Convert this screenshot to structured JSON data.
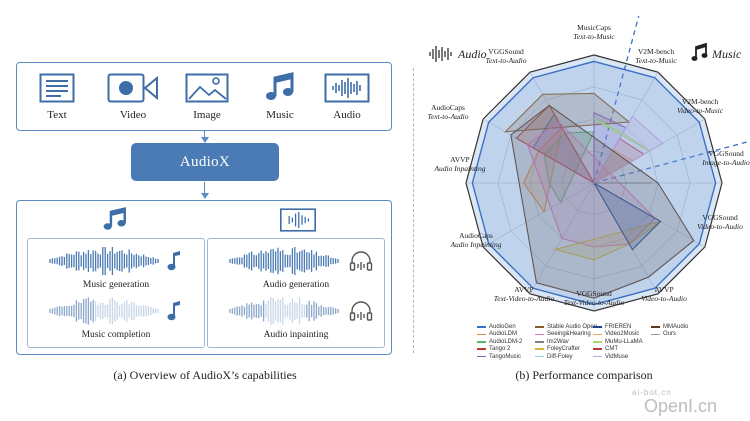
{
  "left_panel": {
    "inputs": [
      {
        "label": "Text",
        "icon": "text-document-icon"
      },
      {
        "label": "Video",
        "icon": "video-camera-icon"
      },
      {
        "label": "Image",
        "icon": "image-icon"
      },
      {
        "label": "Music",
        "icon": "music-note-icon"
      },
      {
        "label": "Audio",
        "icon": "audio-waveform-icon"
      }
    ],
    "model_name": "AudioX",
    "music_panel": {
      "icon": "music-note-icon",
      "items": [
        {
          "label": "Music generation",
          "icon": "music-note-icon"
        },
        {
          "label": "Music completion",
          "icon": "music-note-icon"
        }
      ]
    },
    "audio_panel": {
      "icon": "audio-waveform-icon",
      "items": [
        {
          "label": "Audio generation",
          "icon": "headphones-icon"
        },
        {
          "label": "Audio inpainting",
          "icon": "headphones-icon"
        }
      ]
    },
    "caption": "(a) Overview  of AudioX’s capabilities"
  },
  "right_panel": {
    "audio_header": "Audio",
    "music_header": "Music",
    "caption": "(b) Performance comparison"
  },
  "chart_data": {
    "type": "radar",
    "axes": [
      {
        "name": "MusicCaps",
        "task": "Text-to-Music"
      },
      {
        "name": "V2M-bench",
        "task": "Text-to-Music"
      },
      {
        "name": "V2M-bench",
        "task": "Video-to-Music"
      },
      {
        "name": "VGGSound",
        "task": "Image-to-Audio"
      },
      {
        "name": "VGGSound",
        "task": "Video-to-Audio"
      },
      {
        "name": "AVVP",
        "task": "Video-to-Audio"
      },
      {
        "name": "VGGSound",
        "task": "Text-Video-to-Audio"
      },
      {
        "name": "AVVP",
        "task": "Text-Video-to-Audio"
      },
      {
        "name": "AudioCaps",
        "task": "Audio Inpainting"
      },
      {
        "name": "AVVP",
        "task": "Audio Inpainting"
      },
      {
        "name": "AudioCaps",
        "task": "Text-to-Audio"
      },
      {
        "name": "VGGSound",
        "task": "Text-to-Audio"
      }
    ],
    "range": [
      0,
      1
    ],
    "series": [
      {
        "name": "AudioGen",
        "color": "#3b6fc4",
        "values": [
          0,
          0,
          0,
          0,
          0,
          0,
          0,
          0,
          0,
          0,
          0.55,
          0.62
        ]
      },
      {
        "name": "AudioLDM",
        "color": "#e0883a",
        "values": [
          0,
          0,
          0,
          0,
          0,
          0,
          0,
          0,
          0.45,
          0.55,
          0.5,
          0.5
        ]
      },
      {
        "name": "AudioLDM-2",
        "color": "#5bb56a",
        "values": [
          0.4,
          0,
          0,
          0,
          0,
          0,
          0,
          0,
          0.3,
          0.35,
          0.45,
          0.45
        ]
      },
      {
        "name": "Tango 2",
        "color": "#c0392b",
        "values": [
          0,
          0,
          0,
          0,
          0,
          0,
          0,
          0,
          0,
          0,
          0.7,
          0.7
        ]
      },
      {
        "name": "TangoMusic",
        "color": "#8e5bb5",
        "values": [
          0.55,
          0.5,
          0,
          0,
          0,
          0,
          0,
          0,
          0,
          0,
          0,
          0
        ]
      },
      {
        "name": "Stable Audio Open",
        "color": "#8b5a2b",
        "values": [
          0.7,
          0.55,
          0,
          0,
          0,
          0,
          0,
          0,
          0,
          0,
          0.8,
          0.8
        ]
      },
      {
        "name": "Seeing&Hearing",
        "color": "#e377c2",
        "values": [
          0,
          0,
          0,
          0,
          0.55,
          0.55,
          0.5,
          0.5,
          0,
          0,
          0.6,
          0.55
        ]
      },
      {
        "name": "Im2Wav",
        "color": "#7f7f7f",
        "values": [
          0,
          0,
          0,
          0.45,
          0,
          0,
          0,
          0,
          0,
          0,
          0,
          0
        ]
      },
      {
        "name": "FoleyCrafter",
        "color": "#d4b83a",
        "values": [
          0,
          0,
          0,
          0,
          0.6,
          0.55,
          0.6,
          0.6,
          0,
          0,
          0,
          0
        ]
      },
      {
        "name": "Diff-Foley",
        "color": "#9ecae1",
        "values": [
          0,
          0,
          0,
          0,
          0.5,
          0.45,
          0,
          0,
          0,
          0,
          0,
          0
        ]
      },
      {
        "name": "FRIEREN",
        "color": "#1f3f8a",
        "values": [
          0,
          0,
          0,
          0,
          0.6,
          0.6,
          0,
          0,
          0,
          0,
          0,
          0
        ]
      },
      {
        "name": "Video2Music",
        "color": "#f2a76b",
        "values": [
          0,
          0.3,
          0.35,
          0,
          0,
          0,
          0,
          0,
          0,
          0,
          0,
          0
        ]
      },
      {
        "name": "MuMu-LLaMA",
        "color": "#a6d96a",
        "values": [
          0.5,
          0.45,
          0.5,
          0,
          0,
          0,
          0,
          0,
          0,
          0,
          0,
          0
        ]
      },
      {
        "name": "CMT",
        "color": "#b53c3c",
        "values": [
          0,
          0.4,
          0.45,
          0,
          0,
          0,
          0,
          0,
          0,
          0,
          0,
          0
        ]
      },
      {
        "name": "VidMuse",
        "color": "#c7a3d9",
        "values": [
          0,
          0.6,
          0.62,
          0,
          0,
          0,
          0,
          0,
          0,
          0,
          0,
          0
        ]
      },
      {
        "name": "MMAudio",
        "color": "#5c3a21",
        "values": [
          0,
          0,
          0,
          0.5,
          0.9,
          0.85,
          0.9,
          0.9,
          0,
          0,
          0.75,
          0.7
        ]
      },
      {
        "name": "Ours",
        "color": "#9a9a9a",
        "values": [
          0.95,
          0.95,
          0.95,
          0.95,
          0.95,
          0.95,
          0.95,
          0.95,
          0.95,
          0.95,
          0.95,
          0.95
        ]
      }
    ],
    "legend_placement": "bottom"
  },
  "watermark": {
    "small": "ai-bot.cn",
    "big": "OpenI.cn"
  }
}
